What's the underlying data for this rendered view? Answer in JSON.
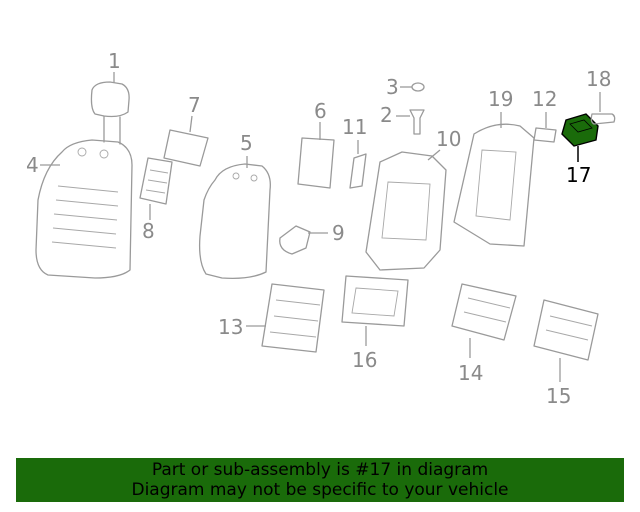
{
  "callouts": {
    "c1": "1",
    "c2": "2",
    "c3": "3",
    "c4": "4",
    "c5": "5",
    "c6": "6",
    "c7": "7",
    "c8": "8",
    "c9": "9",
    "c10": "10",
    "c11": "11",
    "c12": "12",
    "c13": "13",
    "c14": "14",
    "c15": "15",
    "c16": "16",
    "c17": "17",
    "c18": "18",
    "c19": "19"
  },
  "highlight": {
    "part": "17",
    "color": "#1a6b0a"
  },
  "banner": {
    "line1": "Part or sub-assembly is #17 in diagram",
    "line2": "Diagram may not be specific to your vehicle",
    "background": "#1a6b0a"
  }
}
